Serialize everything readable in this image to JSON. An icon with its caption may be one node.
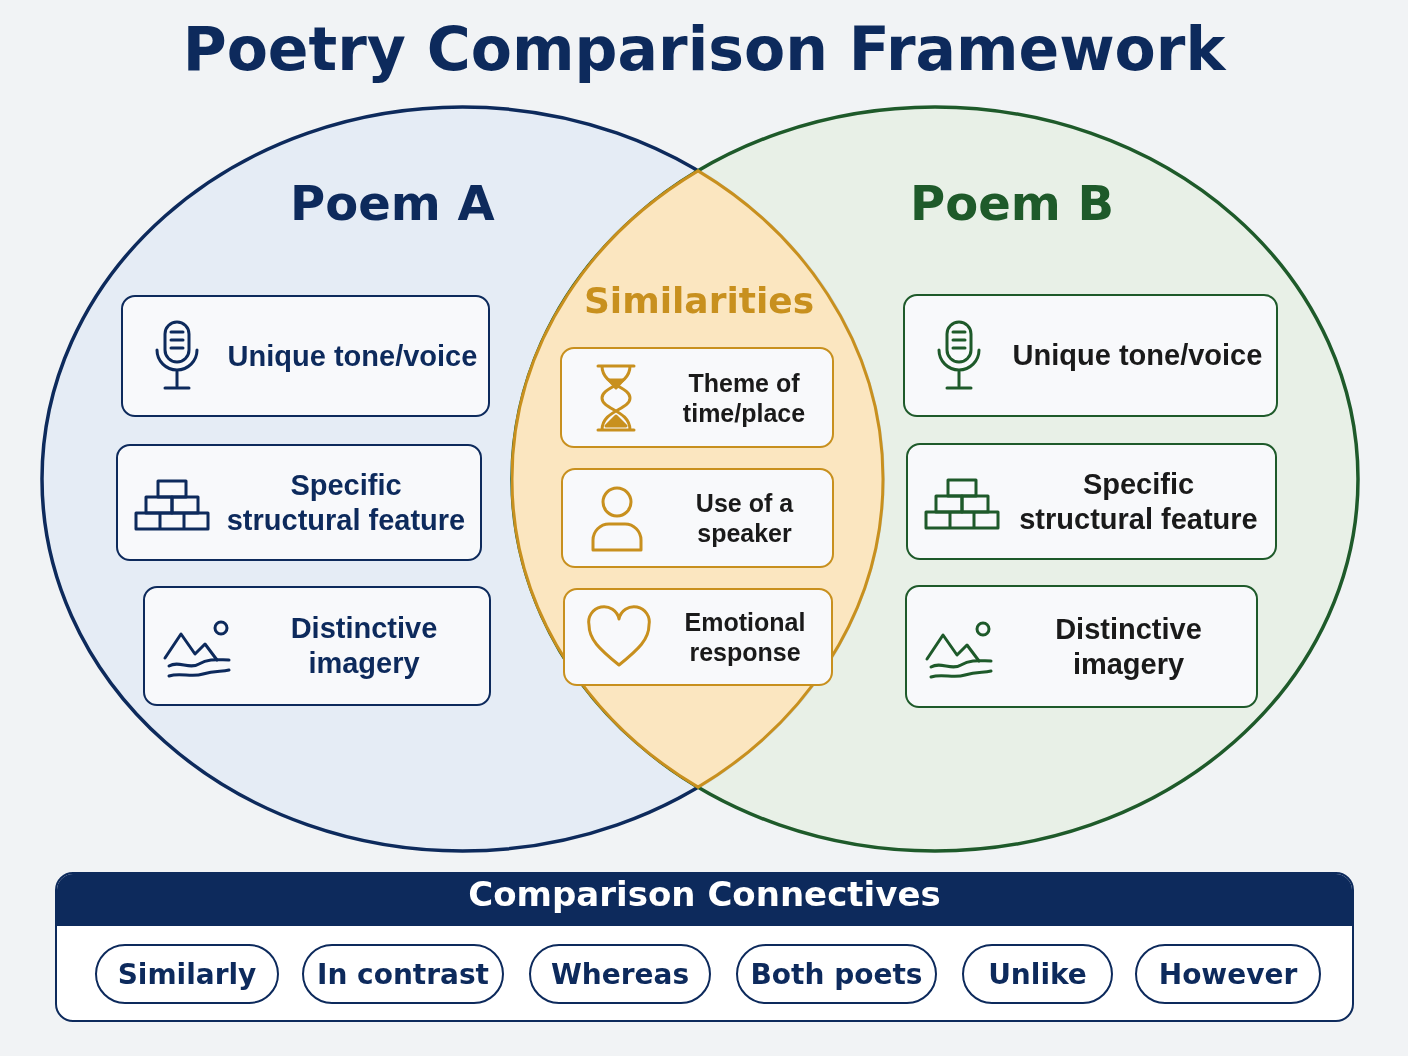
{
  "diagram": {
    "title": "Poetry Comparison Framework",
    "nodes": [
      {
        "text": [
          "Poem A"
        ]
      },
      {
        "text": [
          "Unique tone/voice"
        ],
        "in": 0
      },
      {
        "text": [
          "Specific structural feature"
        ],
        "in": 0
      },
      {
        "text": [
          "Distinctive imagery"
        ],
        "in": 0
      },
      {
        "text": [
          "Poem B"
        ]
      },
      {
        "text": [
          "Unique tone/voice"
        ],
        "in": 4
      },
      {
        "text": [
          "Specific structural feature"
        ],
        "in": 4
      },
      {
        "text": [
          "Distinctive imagery"
        ],
        "in": 4
      },
      {
        "text": [
          "Similarities"
        ]
      },
      {
        "text": [
          "Theme of time/place"
        ],
        "in": 8
      },
      {
        "text": [
          "Use of a speaker"
        ],
        "in": 8
      },
      {
        "text": [
          "Emotional response"
        ],
        "in": 8
      },
      {
        "text": [
          "Comparison Connectives"
        ]
      },
      {
        "text": [
          "Similarly"
        ],
        "in": 12
      },
      {
        "text": [
          "In contrast"
        ],
        "in": 12
      },
      {
        "text": [
          "Whereas"
        ],
        "in": 12
      },
      {
        "text": [
          "Both poets"
        ],
        "in": 12
      },
      {
        "text": [
          "Unlike"
        ],
        "in": 12
      },
      {
        "text": [
          "However"
        ],
        "in": 12
      }
    ]
  }
}
